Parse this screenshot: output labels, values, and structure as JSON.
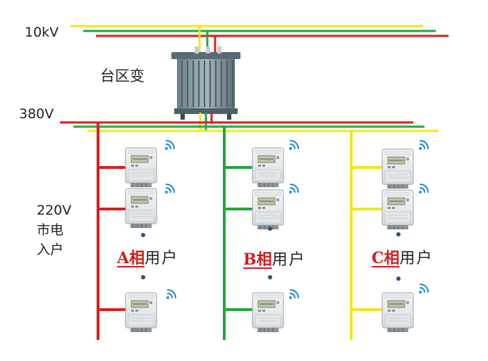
{
  "labels": {
    "hv": "10kV",
    "transformer": "台区变",
    "lv": "380V",
    "household": [
      "220V",
      "市电",
      "入户"
    ]
  },
  "groups": [
    {
      "phase": "A相",
      "suffix": "用户",
      "color": "#e01b1b"
    },
    {
      "phase": "B相",
      "suffix": "用户",
      "color": "#1fa83a"
    },
    {
      "phase": "C相",
      "suffix": "用户",
      "color": "#f2e61c"
    }
  ],
  "colors": {
    "red": "#e01b1b",
    "green": "#1fa83a",
    "yellow": "#f2e61c",
    "wifi": "#2f8fd8",
    "dot": "#2f4f7a"
  },
  "icons": {
    "meter": "smart-meter-icon",
    "wireless": "wifi-signal-icon",
    "transformer": "transformer-icon"
  }
}
